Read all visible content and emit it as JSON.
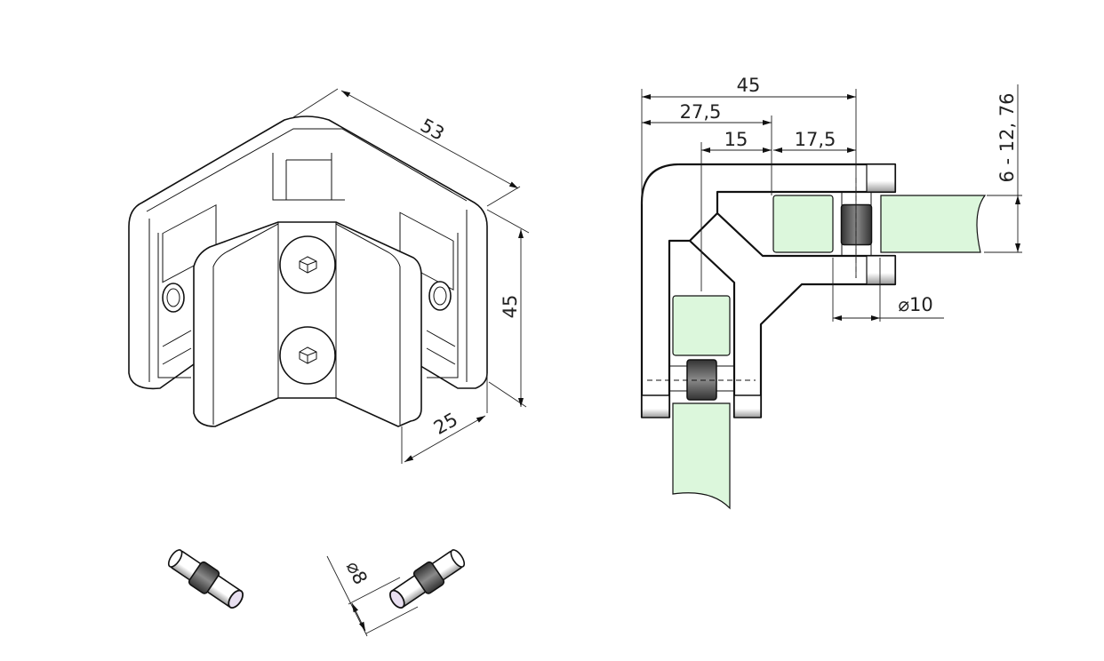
{
  "colors": {
    "line": "#111111",
    "glass": "#dcf7dc",
    "pin_gray": "#5a5a5a",
    "pin_end": "#e8dff0"
  },
  "iso_view": {
    "dim_width": "53",
    "dim_height": "45",
    "dim_depth": "25"
  },
  "top_view": {
    "dim_total": "45",
    "dim_27_5": "27,5",
    "dim_15": "15",
    "dim_17_5": "17,5",
    "dim_glass_thickness": "6 - 12, 76",
    "dim_pin_diameter": "⌀10"
  },
  "pins": {
    "dim_pin_diameter": "⌀8"
  }
}
